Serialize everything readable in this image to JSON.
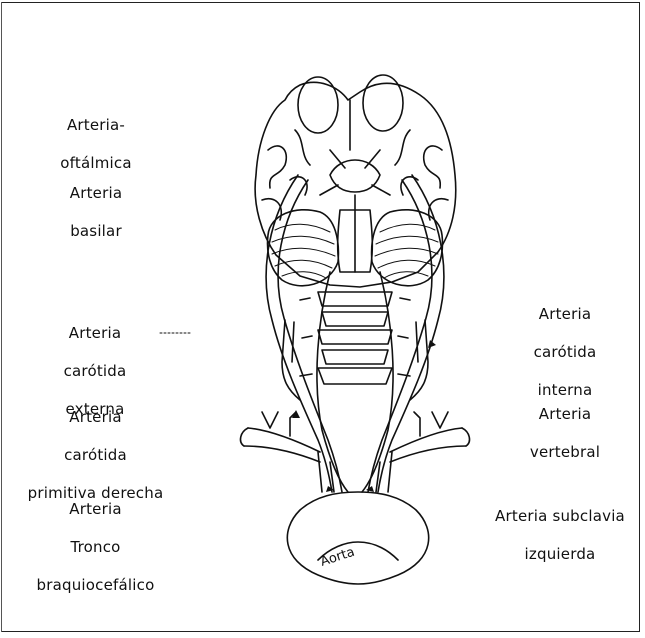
{
  "labels": {
    "oftalmica": {
      "line1": "Arteria-",
      "line2": "oftálmica"
    },
    "basilar": {
      "line1": "Arteria",
      "line2": "basilar"
    },
    "carotida_externa": {
      "line1": "Arteria",
      "line2": "carótida",
      "line3": "externa"
    },
    "carotida_primitiva": {
      "line1": "Arteria",
      "line2": "carótida",
      "line3": "primitiva derecha"
    },
    "tronco": {
      "line1": "Arteria",
      "line2": "Tronco",
      "line3": "braquiocefálico"
    },
    "carotida_interna": {
      "line1": "Arteria",
      "line2": "carótida",
      "line3": "interna"
    },
    "vertebral": {
      "line1": "Arteria",
      "line2": "vertebral"
    },
    "subclavia": {
      "line1": "Arteria subclavia",
      "line2": "izquierda"
    },
    "aorta": "Aorta"
  }
}
